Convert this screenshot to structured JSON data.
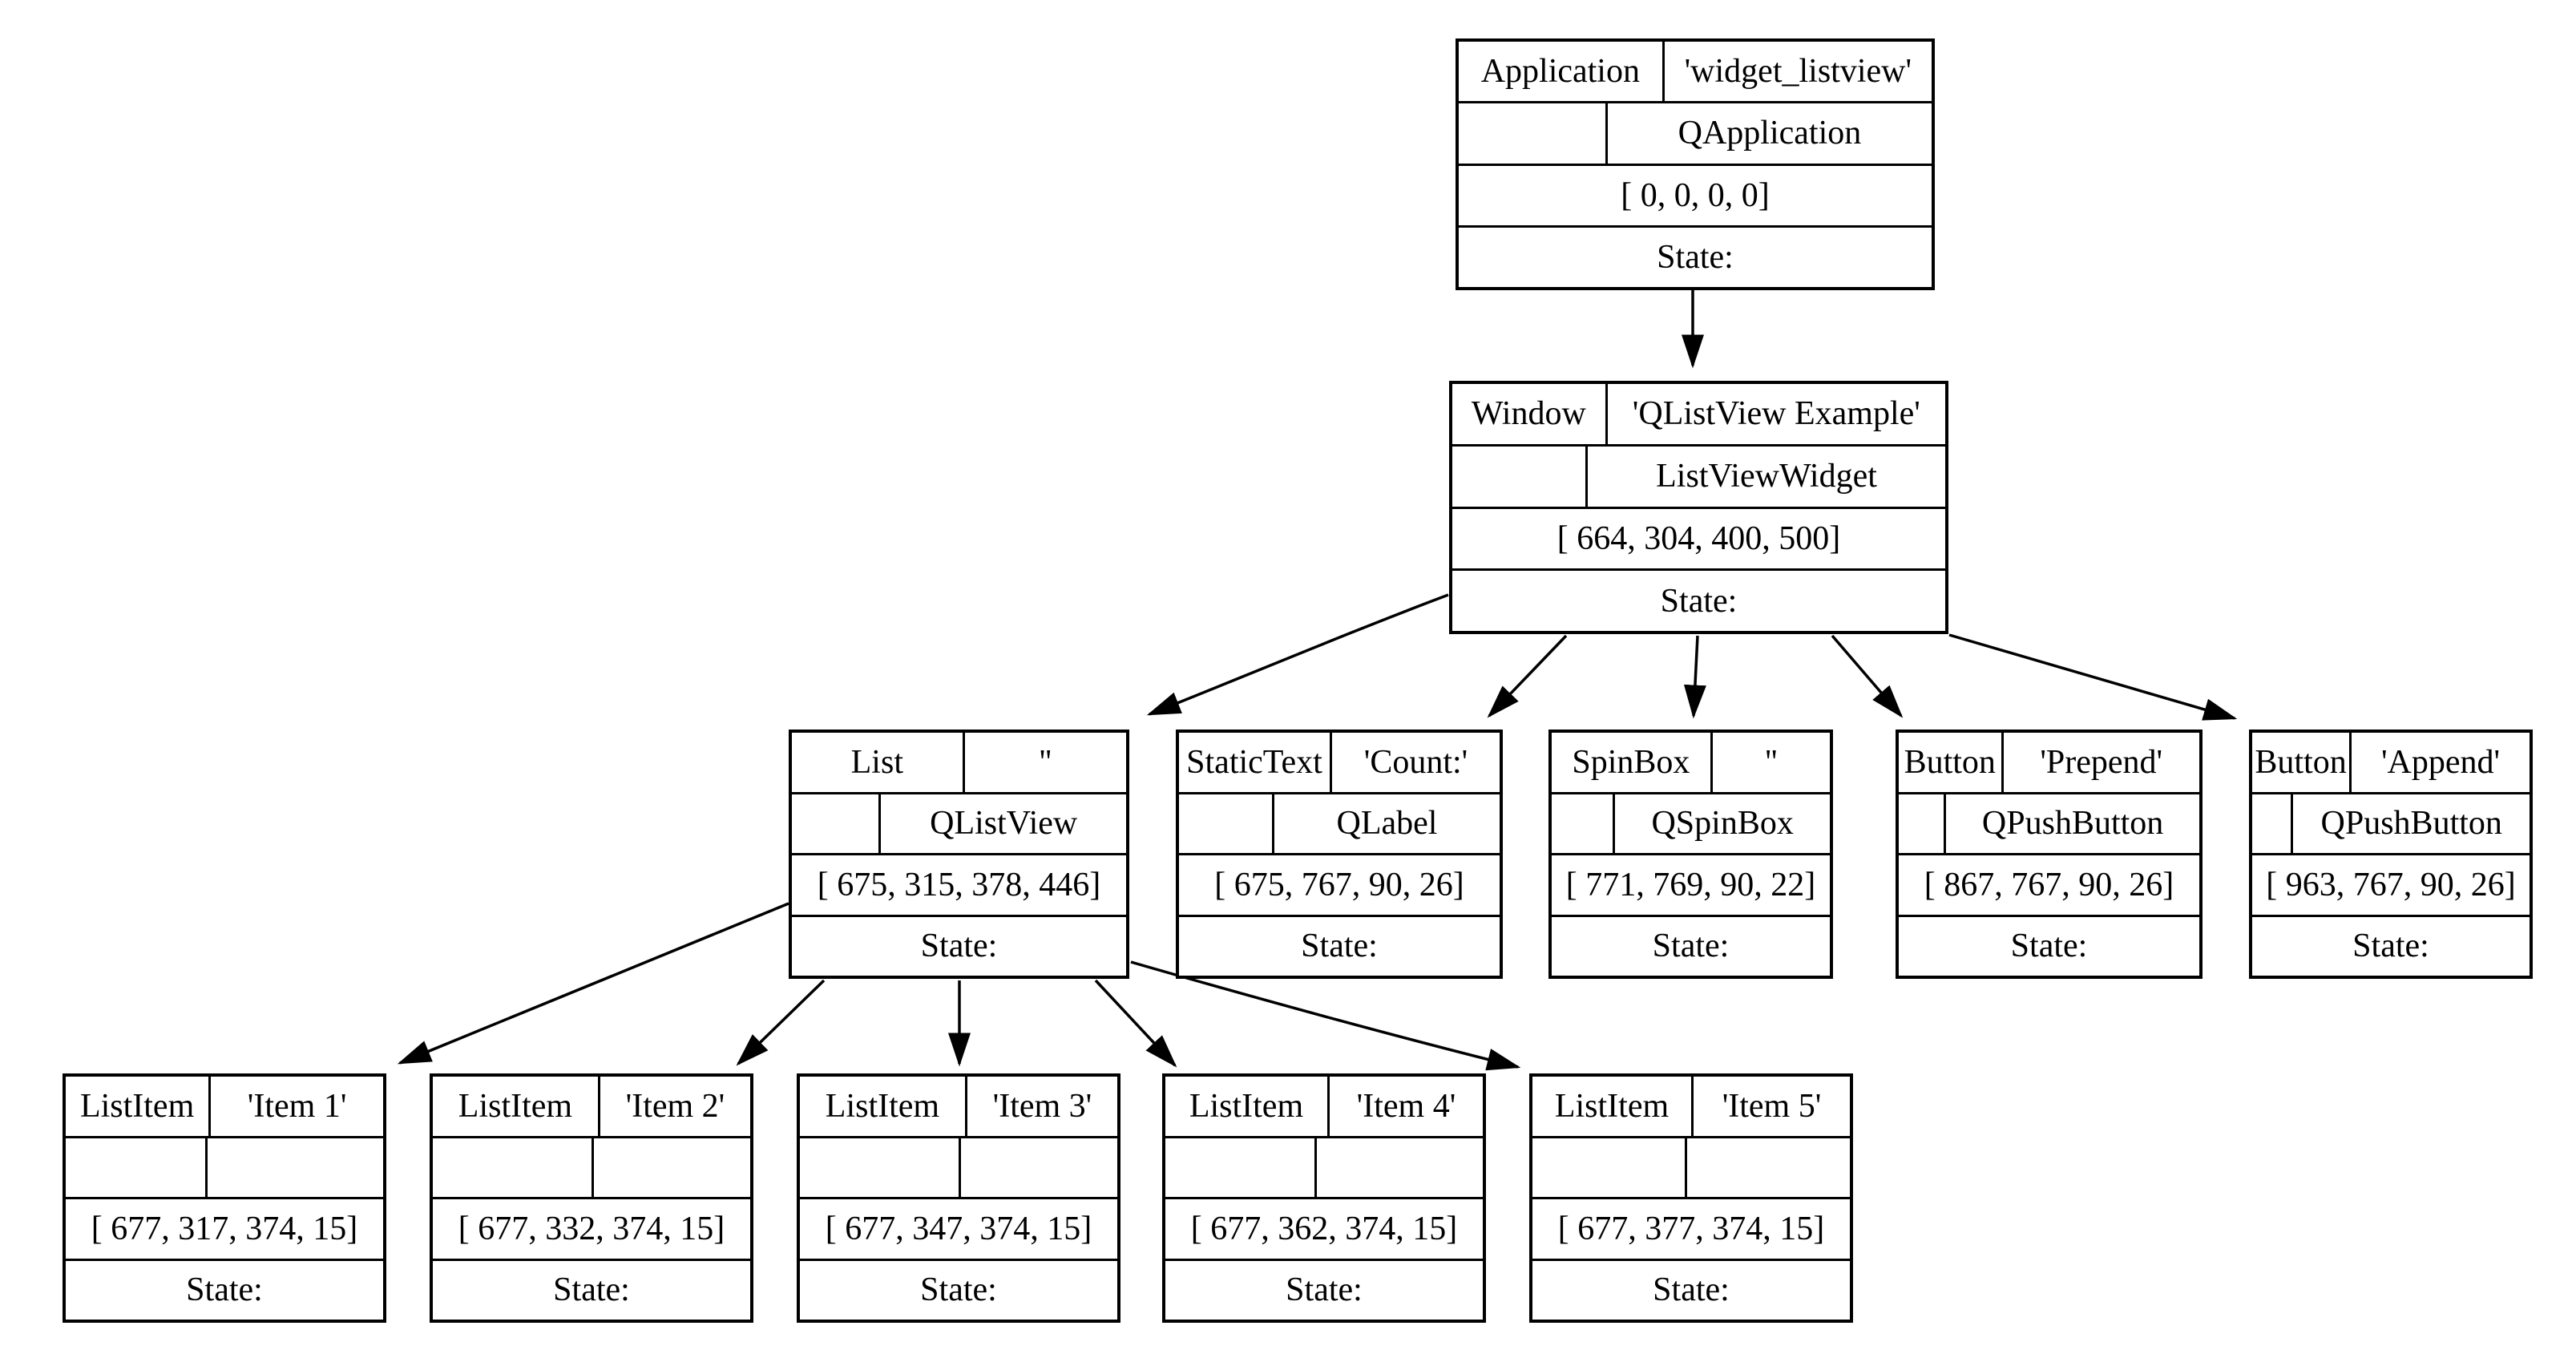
{
  "diagram": {
    "description": "Qt widget accessibility tree for widget_listview application",
    "background_color": "#ffffff",
    "line_color": "#000000",
    "nodes": [
      {
        "id": "application",
        "role": "Application",
        "name": "'widget_listview'",
        "klass": "QApplication",
        "geometry": "[ 0, 0, 0, 0]",
        "state": "State:"
      },
      {
        "id": "window",
        "role": "Window",
        "name": "'QListView Example'",
        "klass": "ListViewWidget",
        "geometry": "[ 664, 304, 400, 500]",
        "state": "State:"
      },
      {
        "id": "list",
        "role": "List",
        "name": "''",
        "klass": "QListView",
        "geometry": "[ 675, 315, 378, 446]",
        "state": "State:"
      },
      {
        "id": "statictext",
        "role": "StaticText",
        "name": "'Count:'",
        "klass": "QLabel",
        "geometry": "[ 675, 767, 90, 26]",
        "state": "State:"
      },
      {
        "id": "spinbox",
        "role": "SpinBox",
        "name": "''",
        "klass": "QSpinBox",
        "geometry": "[ 771, 769, 90, 22]",
        "state": "State:"
      },
      {
        "id": "button-prepend",
        "role": "Button",
        "name": "'Prepend'",
        "klass": "QPushButton",
        "geometry": "[ 867, 767, 90, 26]",
        "state": "State:"
      },
      {
        "id": "button-append",
        "role": "Button",
        "name": "'Append'",
        "klass": "QPushButton",
        "geometry": "[ 963, 767, 90, 26]",
        "state": "State:"
      },
      {
        "id": "item1",
        "role": "ListItem",
        "name": "'Item 1'",
        "klass": "",
        "geometry": "[ 677, 317, 374, 15]",
        "state": "State:"
      },
      {
        "id": "item2",
        "role": "ListItem",
        "name": "'Item 2'",
        "klass": "",
        "geometry": "[ 677, 332, 374, 15]",
        "state": "State:"
      },
      {
        "id": "item3",
        "role": "ListItem",
        "name": "'Item 3'",
        "klass": "",
        "geometry": "[ 677, 347, 374, 15]",
        "state": "State:"
      },
      {
        "id": "item4",
        "role": "ListItem",
        "name": "'Item 4'",
        "klass": "",
        "geometry": "[ 677, 362, 374, 15]",
        "state": "State:"
      },
      {
        "id": "item5",
        "role": "ListItem",
        "name": "'Item 5'",
        "klass": "",
        "geometry": "[ 677, 377, 374, 15]",
        "state": "State:"
      }
    ],
    "edges": [
      {
        "from": "Application 'widget_listview'",
        "to": "Window 'QListView Example'"
      },
      {
        "from": "Window 'QListView Example'",
        "to": "List ''"
      },
      {
        "from": "Window 'QListView Example'",
        "to": "StaticText 'Count:'"
      },
      {
        "from": "Window 'QListView Example'",
        "to": "SpinBox ''"
      },
      {
        "from": "Window 'QListView Example'",
        "to": "Button 'Prepend'"
      },
      {
        "from": "Window 'QListView Example'",
        "to": "Button 'Append'"
      },
      {
        "from": "List ''",
        "to": "ListItem 'Item 1'"
      },
      {
        "from": "List ''",
        "to": "ListItem 'Item 2'"
      },
      {
        "from": "List ''",
        "to": "ListItem 'Item 3'"
      },
      {
        "from": "List ''",
        "to": "ListItem 'Item 4'"
      },
      {
        "from": "List ''",
        "to": "ListItem 'Item 5'"
      }
    ]
  }
}
